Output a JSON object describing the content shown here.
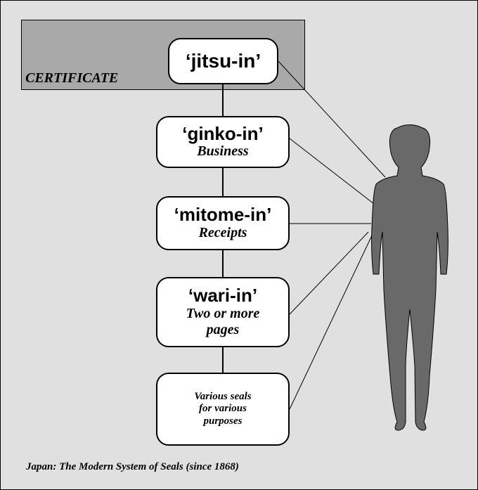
{
  "certificate_label": "CERTIFICATE",
  "seals": [
    {
      "name": "‘jitsu-in’",
      "use": ""
    },
    {
      "name": "‘ginko-in’",
      "use": "Business"
    },
    {
      "name": "‘mitome-in’",
      "use": "Receipts"
    },
    {
      "name": "‘wari-in’",
      "use_lines": [
        "Two or more",
        "pages"
      ]
    },
    {
      "name": "",
      "use_lines": [
        "Various seals",
        "for various",
        "purposes"
      ]
    }
  ],
  "caption": "Japan: The Modern System of Seals (since 1868)",
  "colors": {
    "background": "#e0e0e0",
    "certificate_box": "#a9a9a9",
    "figure": "#696969"
  }
}
